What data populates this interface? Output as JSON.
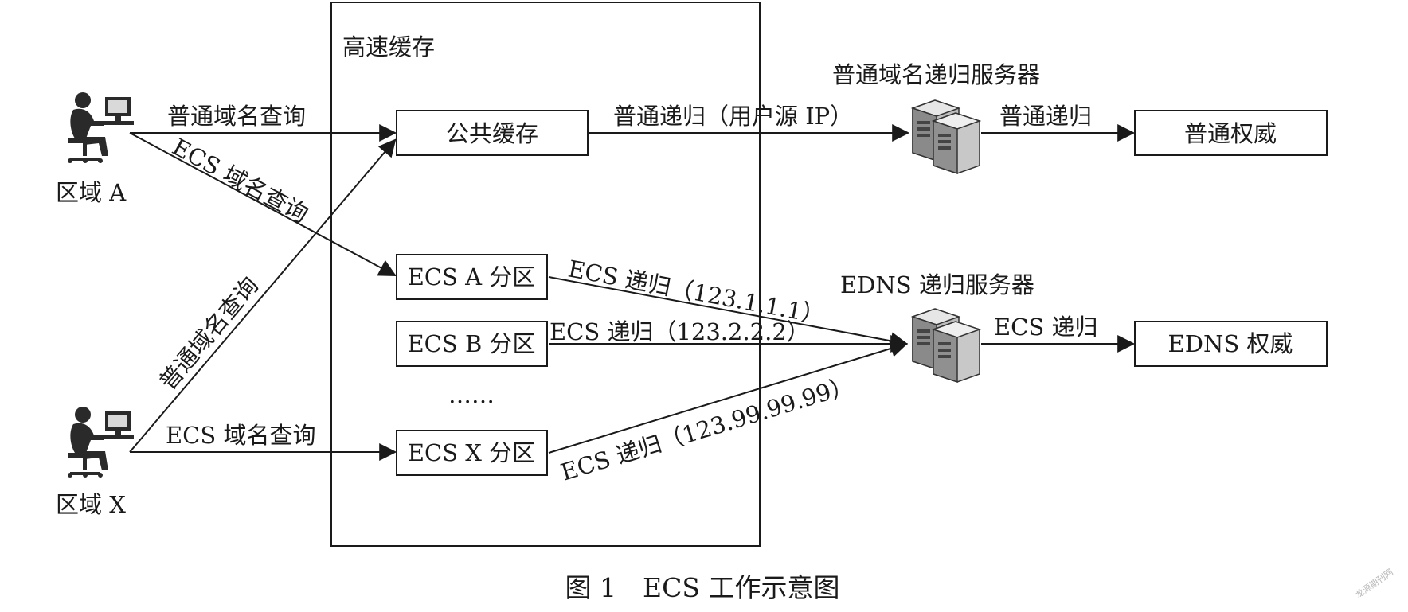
{
  "cache": {
    "title": "高速缓存"
  },
  "regions": {
    "a": {
      "label": "区域 A"
    },
    "x": {
      "label": "区域 X"
    }
  },
  "boxes": {
    "public_cache": "公共缓存",
    "ecs_a": "ECS A 分区",
    "ecs_b": "ECS B 分区",
    "ellipsis": "……",
    "ecs_x": "ECS X 分区",
    "normal_authority": "普通权威",
    "edns_authority": "EDNS 权威"
  },
  "servers": {
    "normal": "普通域名递归服务器",
    "edns": "EDNS 递归服务器"
  },
  "edges": {
    "a_normal_query": "普通域名查询",
    "a_ecs_query": "ECS 域名查询",
    "x_normal_query": "普通域名查询",
    "x_ecs_query": "ECS 域名查询",
    "public_recursion": "普通递归（用户源 IP）",
    "normal_recursion": "普通递归",
    "ecs_a_recursion": "ECS 递归（123.1.1.1）",
    "ecs_b_recursion": "ECS 递归（123.2.2.2）",
    "ecs_x_recursion": "ECS 递归（123.99.99.99）",
    "edns_recursion": "ECS 递归"
  },
  "caption": "图 1　ECS 工作示意图",
  "watermark": "龙源期刊网"
}
